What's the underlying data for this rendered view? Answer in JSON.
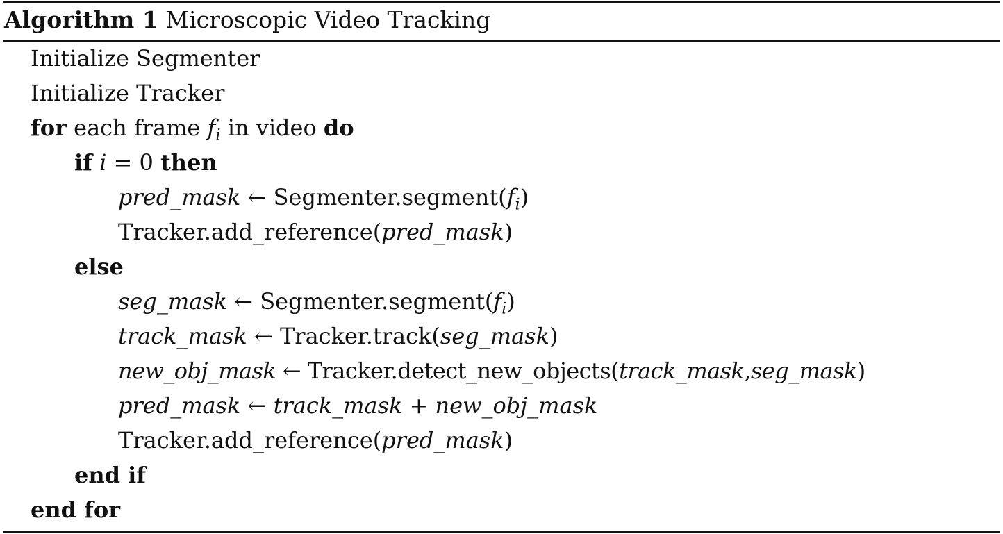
{
  "algorithm": {
    "label": "Algorithm 1",
    "title": "Microscopic Video Tracking"
  },
  "lines": {
    "init_segmenter": "Initialize Segmenter",
    "init_tracker": "Initialize Tracker",
    "for_kw": "for",
    "for_each": " each frame ",
    "f": "f",
    "i": "i",
    "in_video": " in video ",
    "do_kw": "do",
    "if_kw": "if",
    "cond_i": "i",
    "cond_eq": " = 0 ",
    "then_kw": "then",
    "pred_mask": "pred_mask",
    "arrow": " ← ",
    "segment_call": "Segmenter.segment(",
    "close": ")",
    "add_reference_call": "Tracker.add_reference(",
    "else_kw": "else",
    "seg_mask": "seg_mask",
    "track_mask": "track_mask",
    "track_call": "Tracker.track(",
    "new_obj_mask": "new_obj_mask",
    "detect_call": "Tracker.detect_new_objects(",
    "comma": ",",
    "plus": " + ",
    "end_if": "end if",
    "end_for": "end for"
  }
}
